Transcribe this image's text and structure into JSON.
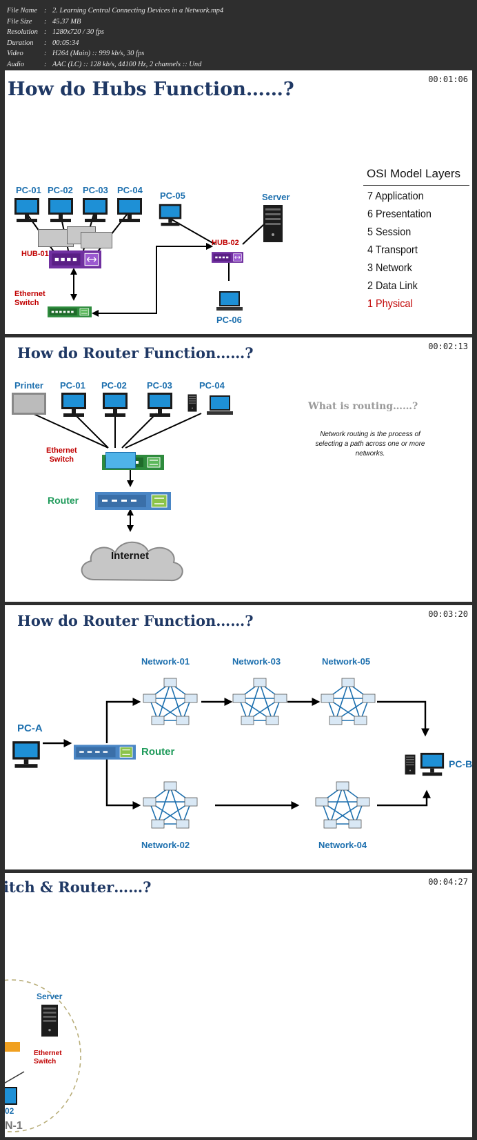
{
  "media_info": {
    "rows": [
      {
        "key": "File Name",
        "value": "2. Learning Central Connecting Devices in a Network.mp4"
      },
      {
        "key": "File Size",
        "value": "45.37 MB"
      },
      {
        "key": "Resolution",
        "value": "1280x720 / 30 fps"
      },
      {
        "key": "Duration",
        "value": "00:05:34"
      },
      {
        "key": "Video",
        "value": "H264 (Main) :: 999 kb/s, 30 fps"
      },
      {
        "key": "Audio",
        "value": "AAC (LC) :: 128 kb/s, 44100 Hz, 2 channels :: Und"
      }
    ]
  },
  "frames": [
    {
      "timestamp": "00:01:06",
      "title": "How do Hubs Function……?",
      "labels": {
        "pc01": "PC-01",
        "pc02": "PC-02",
        "pc03": "PC-03",
        "pc04": "PC-04",
        "pc05": "PC-05",
        "pc06": "PC-06",
        "server": "Server",
        "hub01": "HUB-01",
        "hub02": "HUB-02",
        "switch": "Ethernet\nSwitch"
      },
      "osi": {
        "title": "OSI Model Layers",
        "layers": [
          "7 Application",
          "6 Presentation",
          "5 Session",
          "4 Transport",
          "3 Network",
          "2 Data Link",
          "1 Physical"
        ],
        "highlight_color": "#c00000"
      }
    },
    {
      "timestamp": "00:02:13",
      "title": "How do Router Function……?",
      "labels": {
        "printer": "Printer",
        "pc01": "PC-01",
        "pc02": "PC-02",
        "pc03": "PC-03",
        "pc04": "PC-04",
        "switch": "Ethernet\nSwitch",
        "router": "Router",
        "internet": "Internet"
      },
      "question": "What is routing……?",
      "definition": "Network routing is the process of selecting a path across one or more networks."
    },
    {
      "timestamp": "00:03:20",
      "title": "How do Router Function……?",
      "labels": {
        "net01": "Network-01",
        "net02": "Network-02",
        "net03": "Network-03",
        "net04": "Network-04",
        "net05": "Network-05",
        "pca": "PC-A",
        "pcb": "PC-B",
        "router": "Router"
      }
    },
    {
      "timestamp": "00:04:27",
      "title": "itch & Router……?",
      "labels": {
        "server": "Server",
        "switch": "Ethernet\nSwitch",
        "pc": "02",
        "vlan": "N-1"
      }
    }
  ],
  "colors": {
    "accent": "#1c6fae",
    "title": "#1f3864",
    "red": "#c00000",
    "green": "#1e9a5a",
    "monitor": "#1e90d6"
  }
}
